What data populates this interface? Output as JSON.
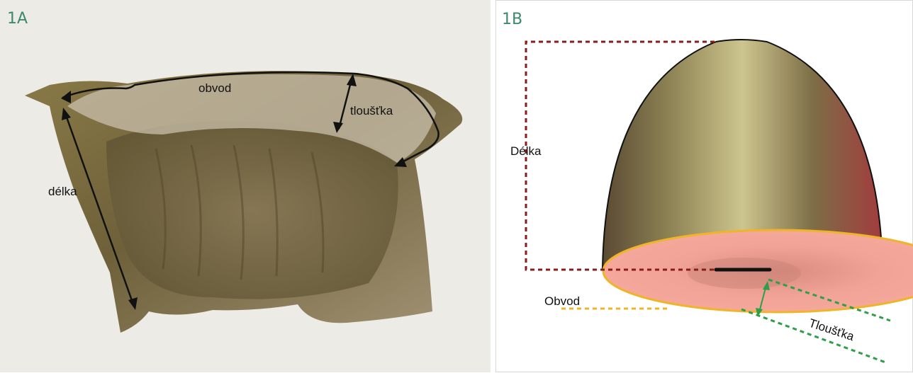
{
  "panel_a": {
    "label": "1A",
    "annotations": {
      "circumference": "obvod",
      "thickness": "tloušťka",
      "length": "délka"
    }
  },
  "panel_b": {
    "label": "1B",
    "annotations": {
      "length": "Délka",
      "circumference": "Obvod",
      "thickness": "Tloušťka"
    }
  },
  "colors": {
    "label_green": "#3c8a6b",
    "length_line": "#8b1c1c",
    "circumference_line": "#f0b429",
    "thickness_line": "#2e9e48",
    "base_fill": "#f2a196",
    "arrow_black": "#111111"
  }
}
